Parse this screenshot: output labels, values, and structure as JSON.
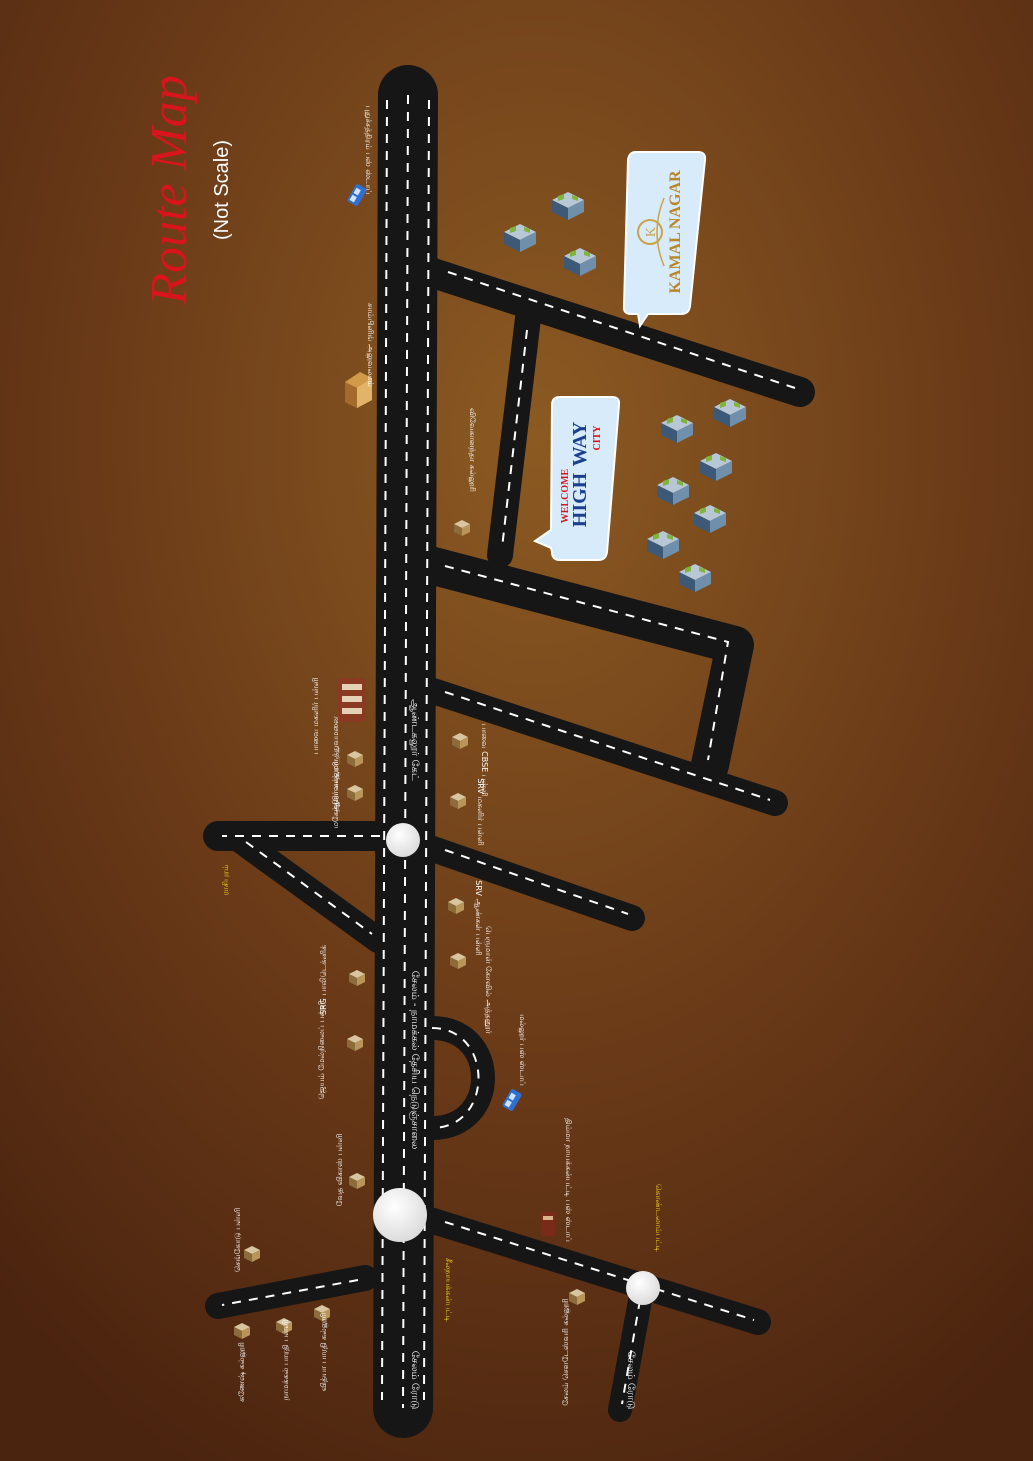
{
  "title": {
    "main": "Route Map",
    "sub": "(Not Scale)"
  },
  "colors": {
    "background_center": "#8b5a22",
    "background_edge": "#4b240f",
    "road": "#161616",
    "title_red": "#d8141c",
    "label_yellow": "#f2d21a"
  },
  "projects": {
    "kamal_nagar": {
      "name": "KAMAL NAGAR",
      "logo_letter": "K"
    },
    "highway_city": {
      "welcome": "WELCOME",
      "line1": "HIGH",
      "line2": "WAY",
      "city": "CITY"
    }
  },
  "roads": {
    "highway": "சேலம் - நாமக்கல் தேசிய நெடுஞ்சாலை",
    "gate": "ஆண்டகலூர் கேட்",
    "salem_road_1": "சேலம் ரோடு",
    "salem_road_2": "சேலம் ரோடு"
  },
  "places": {
    "puduchatram_bus": "புதுச்சத்திரம் பஸ் ஸ்டாப்",
    "sampling": "சாம்பிளிங் அலுவலகம்",
    "vivekananda": "விவேகானந்தா கல்லூரி",
    "pasalai": "பாவை மகளிர் பள்ளி",
    "ashirvad": "ஆசிர்வாத் மருத்துவமனை",
    "mahendra": "மகேந்திரா கல்லூரி",
    "cbse": "பாவை CBSE பள்ளி",
    "srv_girls": "SRV மகளிர் பள்ளி",
    "rasipuram": "ராசிபுரம்",
    "srv_boys": "SRV ஆண்கள் பள்ளி",
    "srg": "SRG பாலிடெக்னிக்",
    "perumal": "பெருமாள் கோவில் அத்தனூர்",
    "palli": "ஜெயம் மேல்நிலைப் பள்ளி",
    "mallur_bus": "மல்லூர் பஸ் ஸ்டாப்",
    "vedha_school": "வேத விகாஸ் பள்ளி",
    "thoppu_bus": "திம்மா நாயக்கன்பட்டி பஸ் ஸ்டாப்",
    "sengodu_school": "செங்கோடு பள்ளி",
    "vidya_school": "வித்யா பாரதி கல்லூரி",
    "ganesh_college": "கணேஷ் கல்லூரி",
    "nandan_school": "நாமக்கல் பாரதி பள்ளி",
    "salem_kalloori": "சேலம் சௌடேஸ்வரி கல்லூரி",
    "seelanaickenpatti": "சீலநாயக்கன்பட்டி",
    "kondalampatti": "கொண்டலாம்பட்டி"
  }
}
